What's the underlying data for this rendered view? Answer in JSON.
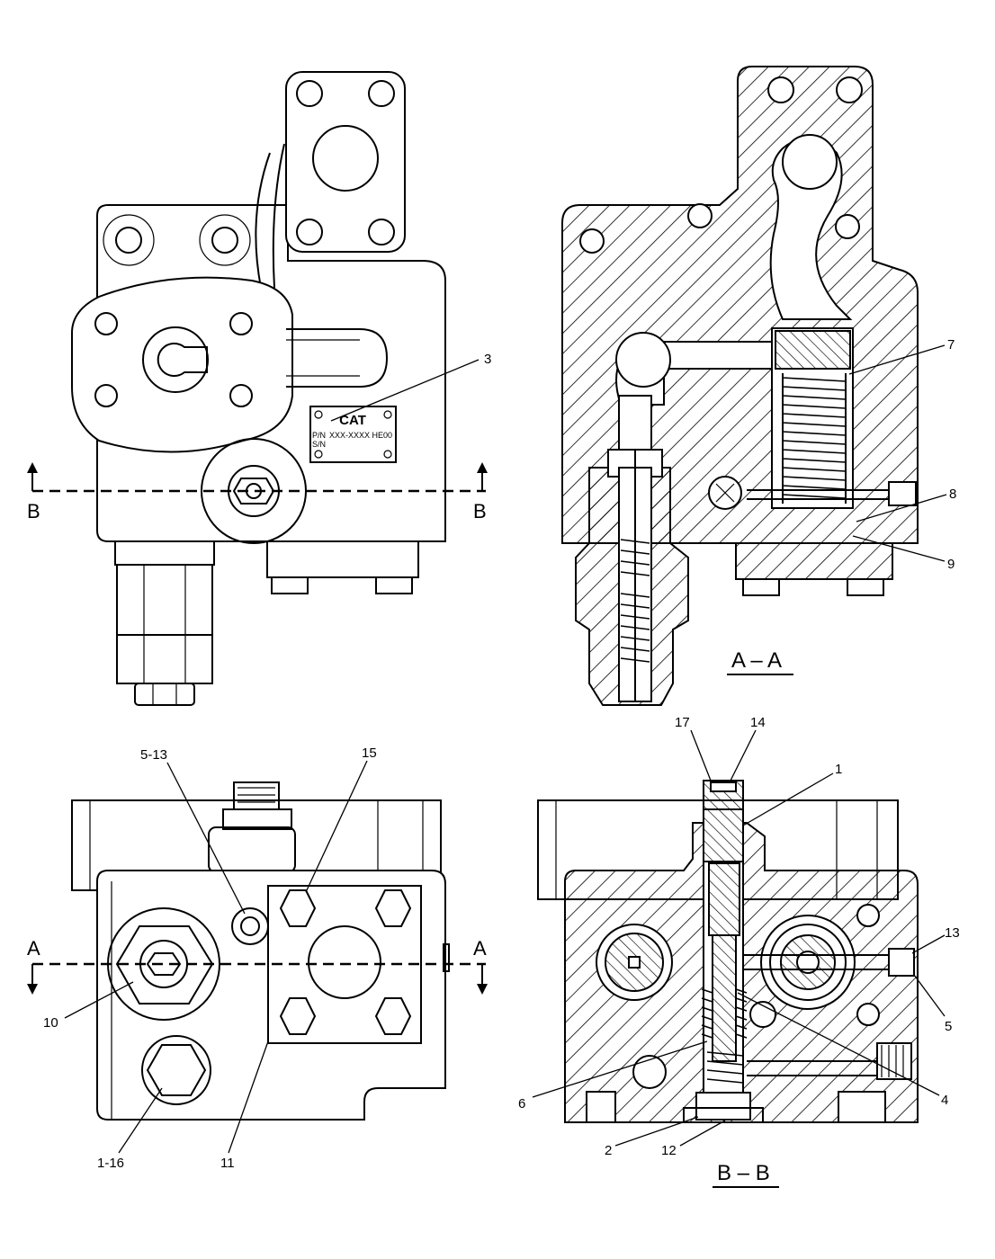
{
  "views": {
    "top_left": {
      "section_marks": [
        "B",
        "B"
      ]
    },
    "top_right": {
      "title": "A – A"
    },
    "bottom_left": {
      "section_marks": [
        "A",
        "A"
      ]
    },
    "bottom_right": {
      "title": "B – B"
    }
  },
  "nameplate": {
    "brand": "CAT",
    "pn_label": "P/N",
    "pn_value": "XXX-XXXX HE00",
    "sn_label": "S/N"
  },
  "callouts": {
    "c3": "3",
    "c7": "7",
    "c8": "8",
    "c9": "9",
    "c5_13": "5-13",
    "c15": "15",
    "c10": "10",
    "c1_16": "1-16",
    "c11": "11",
    "c17": "17",
    "c14": "14",
    "c1": "1",
    "c13": "13",
    "c5": "5",
    "c6": "6",
    "c4": "4",
    "c2": "2",
    "c12": "12"
  }
}
